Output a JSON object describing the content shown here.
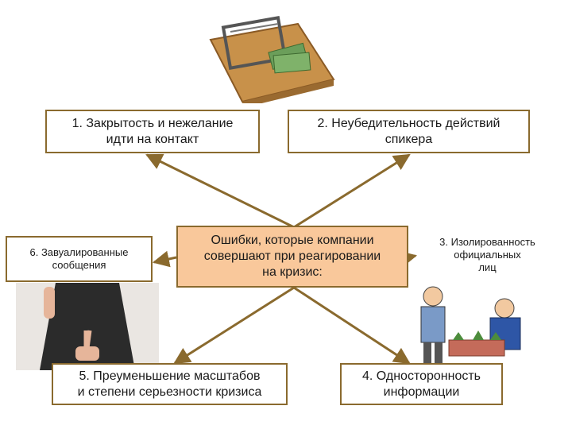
{
  "center": {
    "lines": [
      "Ошибки, которые компании",
      "совершают при реагировании",
      "на кризис:"
    ]
  },
  "boxes": {
    "b1": [
      "1. Закрытость и нежелание",
      "идти на контакт"
    ],
    "b2": [
      "2. Неубедительность действий",
      "спикера"
    ],
    "b3": [
      "3. Изолированность",
      "официальных",
      "лиц"
    ],
    "b4": [
      "4. Односторонность",
      "информации"
    ],
    "b5": [
      "5. Преуменьшение масштабов",
      "и степени серьезности кризиса"
    ],
    "b6": [
      "6. Завуалированные",
      "сообщения"
    ]
  },
  "colors": {
    "border": "#8a6a2e",
    "center_fill": "#f9c89b",
    "arrow": "#8a6a2e"
  },
  "illustrations": [
    "mousetrap-with-money-image",
    "man-crossed-fingers-image",
    "cartoon-men-with-houses-image"
  ]
}
